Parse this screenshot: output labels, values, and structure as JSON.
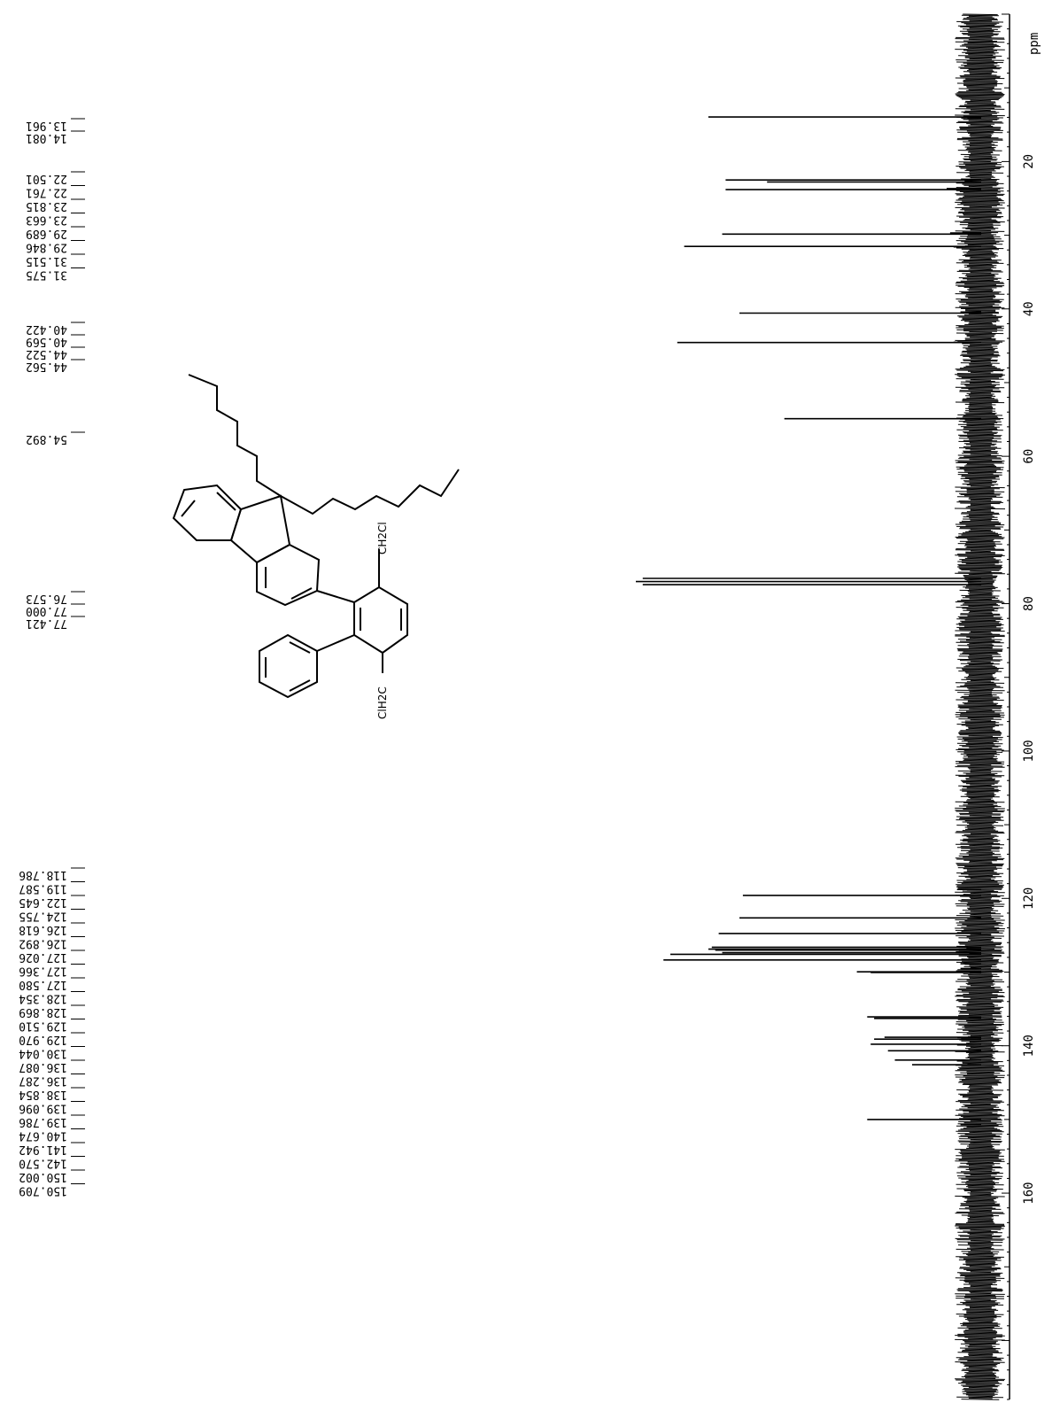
{
  "chart_data": {
    "type": "line",
    "title": "",
    "xlabel": "ppm",
    "ylabel": "",
    "xlim": [
      0,
      188
    ],
    "x_ticks": [
      20,
      40,
      60,
      80,
      100,
      120,
      140,
      160
    ],
    "grid": false,
    "peaks": [
      {
        "ppm": 13.961,
        "label": "13.961",
        "intensity": 0.79
      },
      {
        "ppm": 14.081,
        "label": "14.081",
        "intensity": 0.04
      },
      {
        "ppm": 22.501,
        "label": "22.501",
        "intensity": 0.74
      },
      {
        "ppm": 22.761,
        "label": "22.761",
        "intensity": 0.62
      },
      {
        "ppm": 23.815,
        "label": "23.815",
        "intensity": 0.74
      },
      {
        "ppm": 23.663,
        "label": "23.663",
        "intensity": 0.1
      },
      {
        "ppm": 29.689,
        "label": "29.689",
        "intensity": 0.09
      },
      {
        "ppm": 29.846,
        "label": "29.846",
        "intensity": 0.75
      },
      {
        "ppm": 31.515,
        "label": "31.515",
        "intensity": 0.86
      },
      {
        "ppm": 31.575,
        "label": "31.575",
        "intensity": 0.08
      },
      {
        "ppm": 40.422,
        "label": "40.422",
        "intensity": 0.06
      },
      {
        "ppm": 40.569,
        "label": "40.569",
        "intensity": 0.7
      },
      {
        "ppm": 44.522,
        "label": "44.522",
        "intensity": 0.08
      },
      {
        "ppm": 44.562,
        "label": "44.562",
        "intensity": 0.88
      },
      {
        "ppm": 54.892,
        "label": "54.892",
        "intensity": 0.57
      },
      {
        "ppm": 76.573,
        "label": "76.573",
        "intensity": 0.98
      },
      {
        "ppm": 77.0,
        "label": "77.000",
        "intensity": 1.0
      },
      {
        "ppm": 77.421,
        "label": "77.421",
        "intensity": 0.98
      },
      {
        "ppm": 118.786,
        "label": "118.786",
        "intensity": 0.07
      },
      {
        "ppm": 119.587,
        "label": "119.587",
        "intensity": 0.69
      },
      {
        "ppm": 122.645,
        "label": "122.645",
        "intensity": 0.7
      },
      {
        "ppm": 124.755,
        "label": "124.755",
        "intensity": 0.76
      },
      {
        "ppm": 126.618,
        "label": "126.618",
        "intensity": 0.78
      },
      {
        "ppm": 126.892,
        "label": "126.892",
        "intensity": 0.79
      },
      {
        "ppm": 127.026,
        "label": "127.026",
        "intensity": 0.77
      },
      {
        "ppm": 127.366,
        "label": "127.366",
        "intensity": 0.75
      },
      {
        "ppm": 127.58,
        "label": "127.580",
        "intensity": 0.9
      },
      {
        "ppm": 128.354,
        "label": "128.354",
        "intensity": 0.92
      },
      {
        "ppm": 128.869,
        "label": "128.869",
        "intensity": 0.06
      },
      {
        "ppm": 129.51,
        "label": "129.510",
        "intensity": 0.06
      },
      {
        "ppm": 129.97,
        "label": "129.970",
        "intensity": 0.36
      },
      {
        "ppm": 130.044,
        "label": "130.044",
        "intensity": 0.32
      },
      {
        "ppm": 136.087,
        "label": "136.087",
        "intensity": 0.33
      },
      {
        "ppm": 136.287,
        "label": "136.287",
        "intensity": 0.31
      },
      {
        "ppm": 138.854,
        "label": "138.854",
        "intensity": 0.28
      },
      {
        "ppm": 139.096,
        "label": "139.096",
        "intensity": 0.31
      },
      {
        "ppm": 139.786,
        "label": "139.786",
        "intensity": 0.32
      },
      {
        "ppm": 140.674,
        "label": "140.674",
        "intensity": 0.27
      },
      {
        "ppm": 141.942,
        "label": "141.942",
        "intensity": 0.25
      },
      {
        "ppm": 142.57,
        "label": "142.570",
        "intensity": 0.2
      },
      {
        "ppm": 150.002,
        "label": "150.002",
        "intensity": 0.33
      },
      {
        "ppm": 150.709,
        "label": "150.709",
        "intensity": 0.06
      }
    ]
  },
  "structure": {
    "label_top": "CH2Cl",
    "label_bottom": "ClH2C"
  }
}
